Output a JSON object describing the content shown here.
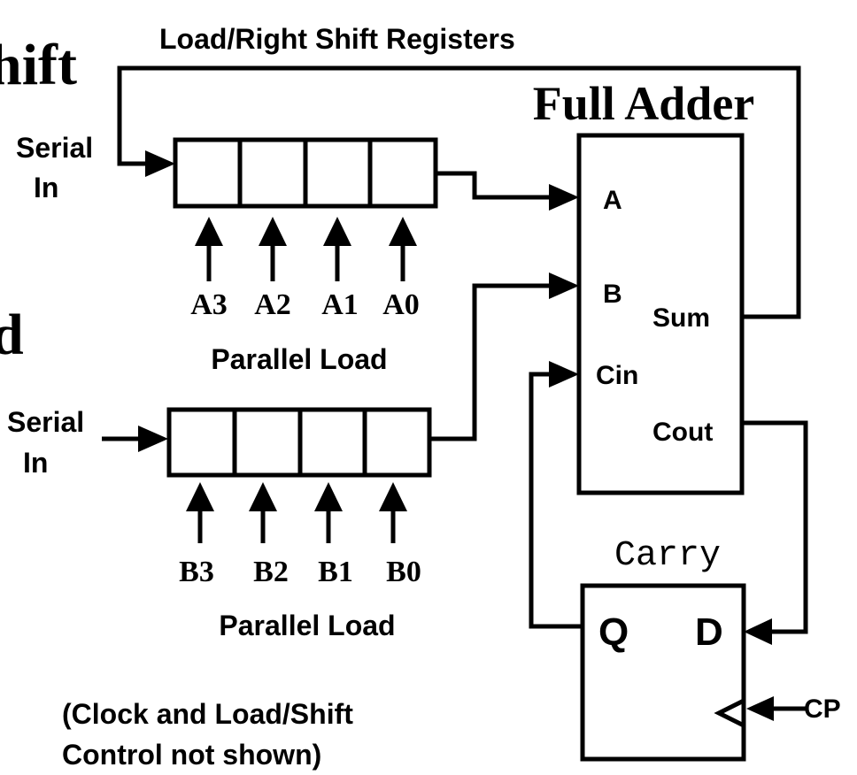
{
  "header": {
    "title": "Load/Right Shift Registers",
    "left_partial_top": "hift",
    "left_partial_mid": "d"
  },
  "register_a": {
    "serial_in_line1": "Serial",
    "serial_in_line2": "In",
    "parallel_inputs": [
      "A3",
      "A2",
      "A1",
      "A0"
    ],
    "parallel_label": "Parallel Load"
  },
  "register_b": {
    "serial_in_line1": "Serial",
    "serial_in_line2": "In",
    "parallel_inputs": [
      "B3",
      "B2",
      "B1",
      "B0"
    ],
    "parallel_label": "Parallel Load"
  },
  "full_adder": {
    "title": "Full Adder",
    "port_a": "A",
    "port_b": "B",
    "port_cin": "Cin",
    "port_sum": "Sum",
    "port_cout": "Cout"
  },
  "carry_ff": {
    "title": "Carry",
    "port_q": "Q",
    "port_d": "D",
    "clock_label": "CP"
  },
  "footnote": {
    "line1": "(Clock and Load/Shift",
    "line2": "Control not shown)"
  }
}
